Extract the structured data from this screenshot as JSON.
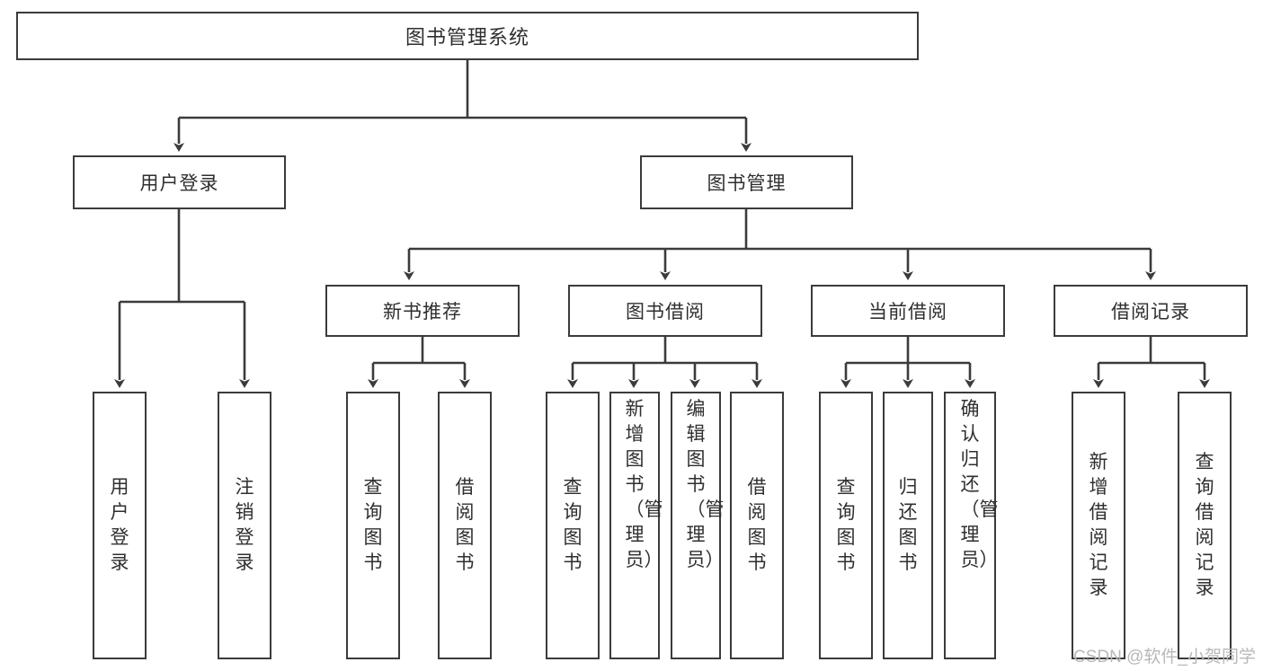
{
  "diagram": {
    "type": "tree",
    "title": "图书管理系统",
    "orientation": "top-down",
    "colors": {
      "box_border": "#3b3b3b",
      "box_fill": "#ffffff",
      "connector": "#3b3b3b",
      "text": "#2f2f2f",
      "watermark": "#b8b8b8",
      "background": "#ffffff"
    }
  },
  "root": {
    "label": "图书管理系统"
  },
  "level2": [
    {
      "label": "用户登录"
    },
    {
      "label": "图书管理"
    }
  ],
  "level3": [
    {
      "label": "新书推荐"
    },
    {
      "label": "图书借阅"
    },
    {
      "label": "当前借阅"
    },
    {
      "label": "借阅记录"
    }
  ],
  "leaves": {
    "user_login": [
      {
        "label": "用户登录"
      },
      {
        "label": "注销登录"
      }
    ],
    "new_book_recommend": [
      {
        "label": "查询图书"
      },
      {
        "label": "借阅图书"
      }
    ],
    "book_borrow": [
      {
        "label": "查询图书"
      },
      {
        "label": "新增图书（管理员）"
      },
      {
        "label": "编辑图书（管理员）"
      },
      {
        "label": "借阅图书"
      }
    ],
    "current_borrow": [
      {
        "label": "查询图书"
      },
      {
        "label": "归还图书"
      },
      {
        "label": "确认归还（管理员）"
      }
    ],
    "borrow_record": [
      {
        "label": "新增借阅记录"
      },
      {
        "label": "查询借阅记录"
      }
    ]
  },
  "watermark": {
    "text": "CSDN @软件_小贺同学"
  }
}
